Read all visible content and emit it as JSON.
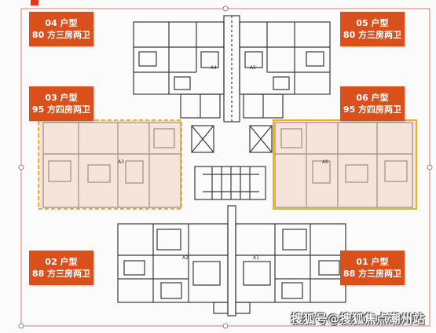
{
  "colors": {
    "label_bg": "#d9501c",
    "highlight_fill": "#f3d2c0",
    "highlight_border": "#f0b21a",
    "wall": "#3a3a3a",
    "frame": "#e07a6a"
  },
  "labels": {
    "u04": {
      "unit": "04 户型",
      "spec": "80 方三房两卫"
    },
    "u05": {
      "unit": "05 户型",
      "spec": "80 方三房两卫"
    },
    "u03": {
      "unit": "03 户型",
      "spec": "95 方四房两卫"
    },
    "u06": {
      "unit": "06 户型",
      "spec": "95 方四房两卫"
    },
    "u02": {
      "unit": "02 户型",
      "spec": "88 方三房两卫"
    },
    "u01": {
      "unit": "01 户型",
      "spec": "88 方三房两卫"
    }
  },
  "plan_tags": [
    "A4",
    "A5",
    "A3",
    "A6",
    "A2",
    "A1"
  ],
  "watermark": "搜狐号@搜狐焦点潮州站"
}
